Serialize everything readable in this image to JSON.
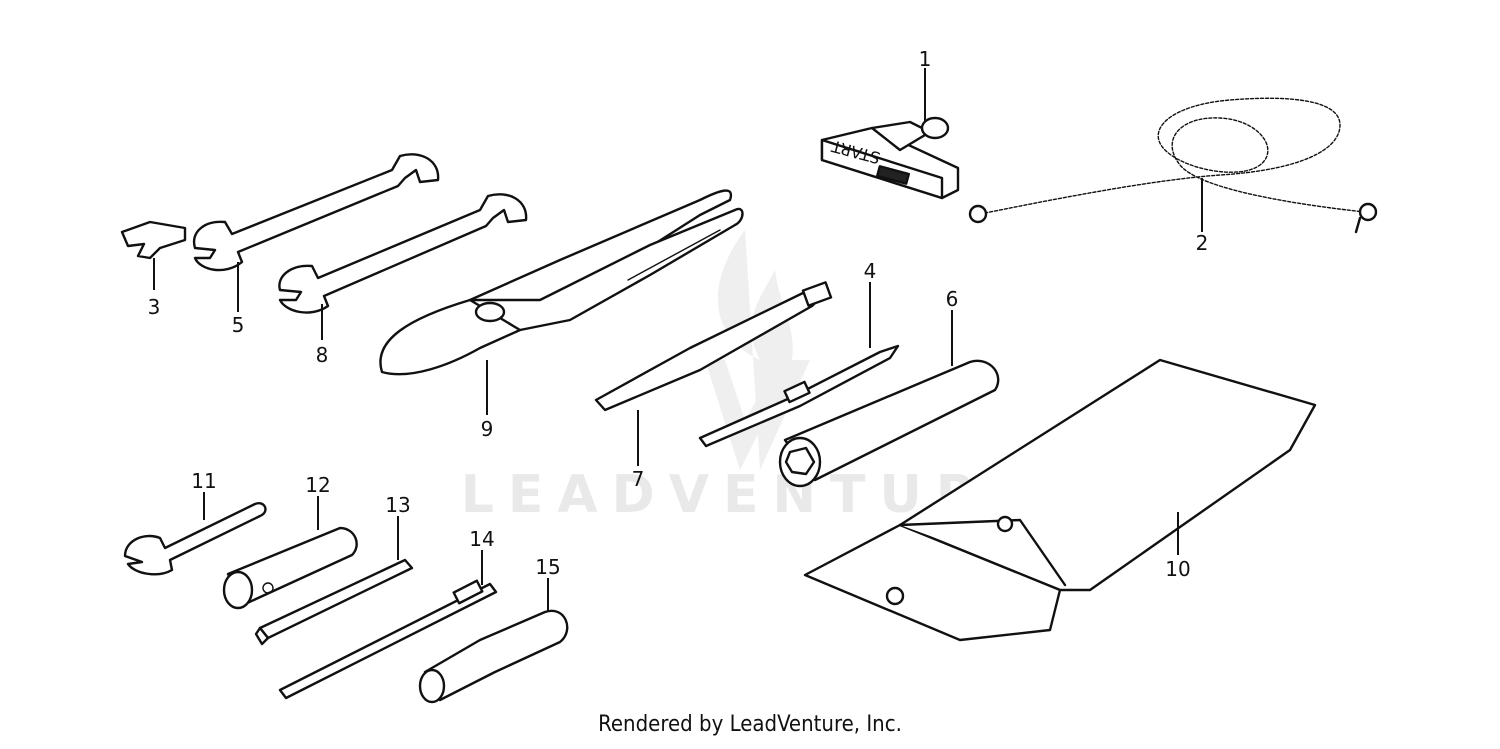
{
  "diagram": {
    "watermark": "LEADVENTURE",
    "starter_handle_text": "START",
    "callouts": [
      "1",
      "2",
      "3",
      "4",
      "5",
      "6",
      "7",
      "8",
      "9",
      "10",
      "11",
      "12",
      "13",
      "14",
      "15"
    ]
  },
  "footer": {
    "text": "Rendered by LeadVenture, Inc."
  },
  "colors": {
    "line": "#111111",
    "background": "#ffffff",
    "watermark": "#e9e9e9"
  }
}
